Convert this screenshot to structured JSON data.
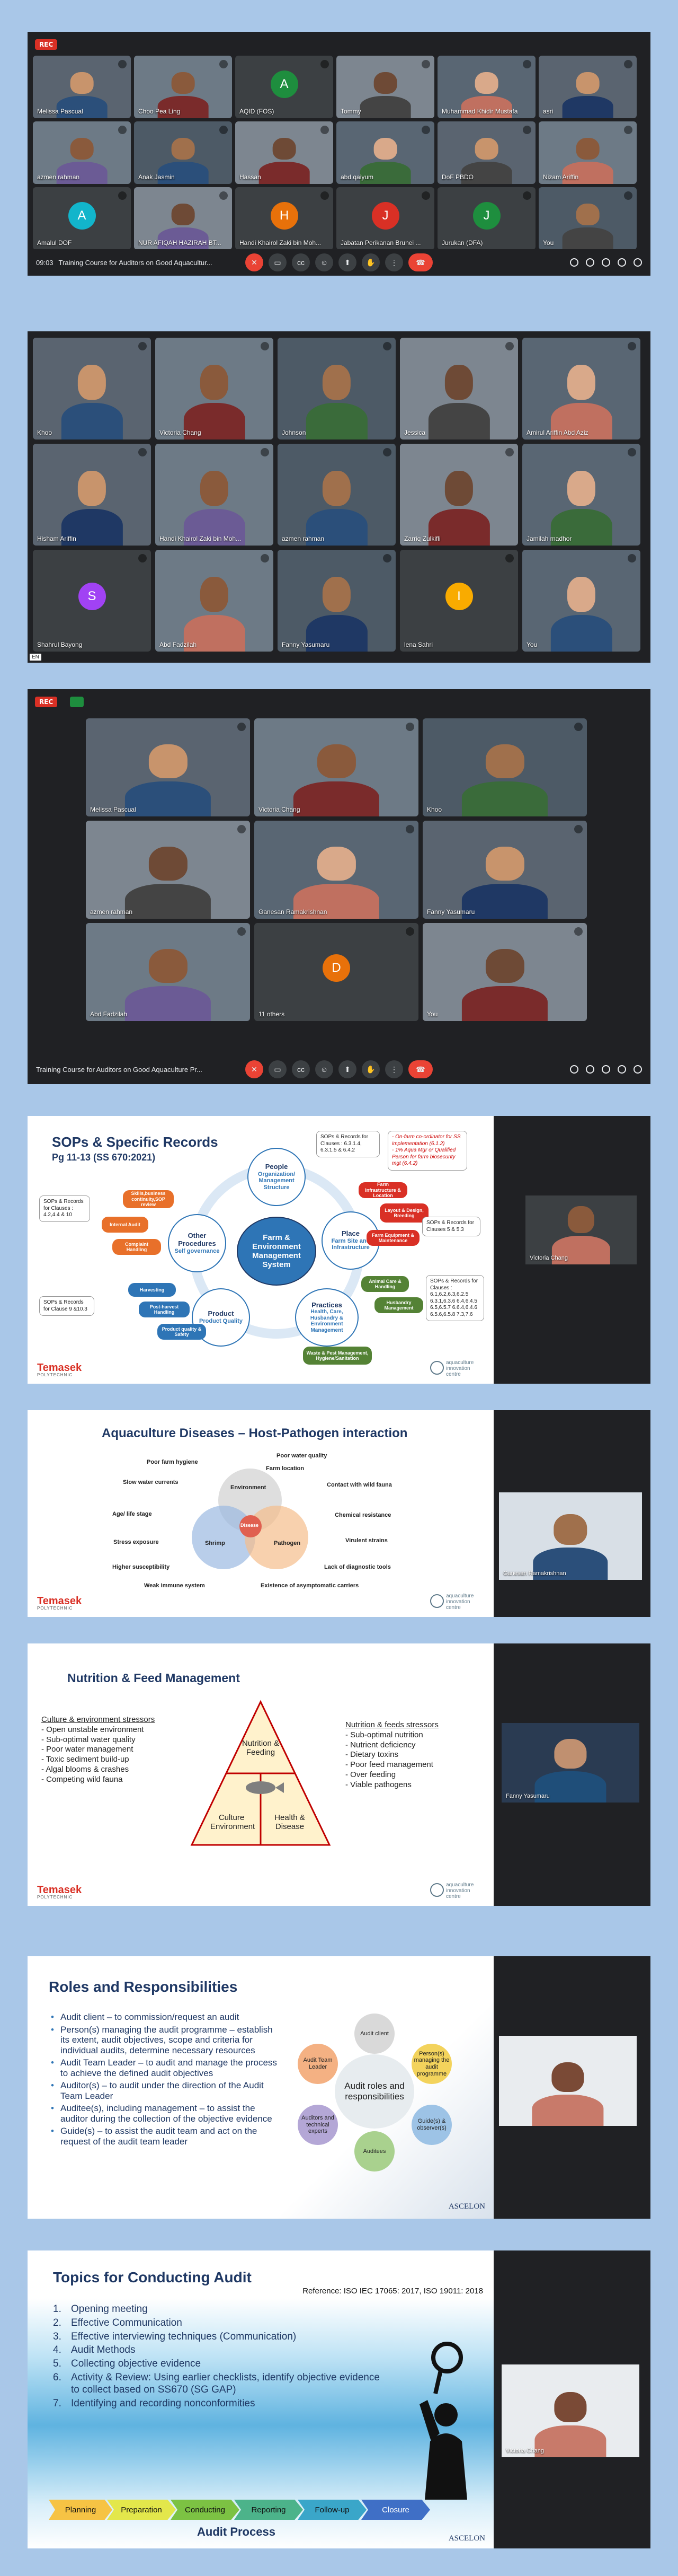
{
  "screenshot1": {
    "rec_label": "REC",
    "meeting_time": "09:03",
    "meeting_title": "Training Course for Auditors on Good Aquacultur...",
    "tiles": [
      {
        "name": "Melissa Pascual"
      },
      {
        "name": "Choo Pea Ling"
      },
      {
        "name": "AQID (FOS)",
        "initial": "A"
      },
      {
        "name": "Tommy"
      },
      {
        "name": "Muhammad Khidir Mustafa"
      },
      {
        "name": "asri"
      },
      {
        "name": "azmen rahman"
      },
      {
        "name": "Anak Jasmin"
      },
      {
        "name": "Hassan"
      },
      {
        "name": "abd.qaiyum"
      },
      {
        "name": "DoF PBDO"
      },
      {
        "name": "Nizam Ariffin"
      },
      {
        "name": "Amalul DOF",
        "initial": "A"
      },
      {
        "name": "NUR AFIQAH HAZIRAH BT..."
      },
      {
        "name": "Handi Khairol Zaki bin Moh...",
        "initial": "H"
      },
      {
        "name": "Jabatan Perikanan Brunei ...",
        "initial": "J"
      },
      {
        "name": "Jurukan (DFA)",
        "initial": "J"
      },
      {
        "name": "You"
      }
    ]
  },
  "screenshot2": {
    "tiles": [
      {
        "name": "Khoo"
      },
      {
        "name": "Victoria Chang"
      },
      {
        "name": "Johnson"
      },
      {
        "name": "Jessica"
      },
      {
        "name": "Amirul Ariffin Abd Aziz"
      },
      {
        "name": "Hisham Ariffin"
      },
      {
        "name": "Handi Khairol Zaki bin Moh..."
      },
      {
        "name": "azmen rahman"
      },
      {
        "name": "Zarriq Zulkifli"
      },
      {
        "name": "Jamilah madhor"
      },
      {
        "name": "Shahrul Bayong",
        "initial": "S"
      },
      {
        "name": "Abd Fadzilah"
      },
      {
        "name": "Fanny Yasumaru"
      },
      {
        "name": "lena Sahri",
        "initial": "I"
      },
      {
        "name": "You"
      }
    ],
    "lang_badge": "EN"
  },
  "screenshot3": {
    "rec_label": "REC",
    "meeting_title": "Training Course for Auditors on Good Aquaculture Pr...",
    "tiles": [
      {
        "name": "Melissa Pascual"
      },
      {
        "name": "Victoria Chang"
      },
      {
        "name": "Khoo"
      },
      {
        "name": "azmen rahman"
      },
      {
        "name": "Ganesan Ramakrishnan"
      },
      {
        "name": "Fanny Yasumaru"
      },
      {
        "name": "Abd Fadzilah"
      },
      {
        "name": "11 others",
        "initial": "D"
      },
      {
        "name": "You"
      }
    ]
  },
  "slide1": {
    "title": "SOPs & Specific Records",
    "subtitle": "Pg 11-13 (SS 670:2021)",
    "center": "Farm & Environment Management System",
    "people": {
      "title": "People",
      "sub": "Organization/ Management Structure"
    },
    "place": {
      "title": "Place",
      "sub": "Farm Site and Infrastructure"
    },
    "product": {
      "title": "Product",
      "sub": "Product Quality"
    },
    "practices": {
      "title": "Practices",
      "sub": "Health, Care, Husbandry & Environment Management"
    },
    "other": {
      "title": "Other Procedures",
      "sub": "Self governance"
    },
    "bubbles": [
      "Skills,business continuity,SOP review",
      "Internal Audit",
      "Complaint Handling",
      "Harvesting",
      "Post-harvest Handling",
      "Product quality & Safety",
      "Farm Infrastructure & Location",
      "Layout & Design, Breeding",
      "Farm Equipment & Maintenance",
      "Animal Care & Handling",
      "Husbandry Management",
      "Waste & Pest Management, Hygiene/Sanitation"
    ],
    "notes": {
      "left_top": "SOPs & Records for Clauses : 4.2,4.4 & 10",
      "left_bottom": "SOPs & Records for Clause 9 &10.3",
      "top_center": "SOPs & Records for Clauses : 6.3.1.4, 6.3.1.5 & 6.4.2",
      "top_right": "- On-farm co-ordinator for SS implementation (6.1.2)\n- 1% Aqua Mgr or Qualified Person for farm biosecurity mgt (6.4.2)",
      "right_mid": "SOPs & Records for Clauses 5 & 5.3",
      "right_bottom": "SOPs & Records for Clauses : 6.1,6.2,6.3,6.2.5 6.3.1,6.3.6 6.4,6.4.5 6.5,6.5.7 6.6.4,6.4.6 6.5.6,6.5.8 7.3,7.6"
    },
    "temasek": "Temasek",
    "temasek_sub": "POLYTECHNIC",
    "aic": "aquaculture innovation centre",
    "cam_name": "Victoria Chang"
  },
  "slide2": {
    "title": "Aquaculture Diseases – Host-Pathogen interaction",
    "labels": [
      "Poor farm hygiene",
      "Poor water quality",
      "Slow water currents",
      "Farm location",
      "Contact with wild fauna",
      "Age/ life stage",
      "Chemical resistance",
      "Virulent strains",
      "Stress exposure",
      "Lack of diagnostic tools",
      "Higher susceptibility",
      "Existence of asymptomatic carriers",
      "Weak immune system"
    ],
    "venn": {
      "environment": "Environment",
      "shrimp": "Shrimp",
      "pathogen": "Pathogen",
      "disease": "Disease"
    },
    "temasek": "Temasek",
    "temasek_sub": "POLYTECHNIC",
    "aic": "aquaculture innovation centre",
    "cam_name": "Ganesan Ramakrishnan"
  },
  "slide3": {
    "title": "Nutrition & Feed Management",
    "left_heading": "Culture & environment stressors",
    "left_items": [
      "- Open unstable environment",
      "- Sub-optimal water quality",
      "- Poor water management",
      "- Toxic sediment build-up",
      "- Algal blooms & crashes",
      "- Competing wild fauna"
    ],
    "right_heading": "Nutrition & feeds stressors",
    "right_items": [
      "- Sub-optimal nutrition",
      "- Nutrient deficiency",
      "- Dietary toxins",
      "- Poor feed management",
      "- Over feeding",
      "- Viable pathogens"
    ],
    "triangle": {
      "top": "Nutrition & Feeding",
      "left": "Culture Environment",
      "right": "Health & Disease"
    },
    "temasek": "Temasek",
    "temasek_sub": "POLYTECHNIC",
    "aic": "aquaculture innovation centre",
    "cam_name": "Fanny Yasumaru"
  },
  "slide4": {
    "title": "Roles and Responsibilities",
    "bullets": [
      "Audit client – to commission/request an audit",
      "Person(s) managing the audit programme – establish its extent, audit objectives, scope and criteria for individual audits, determine necessary resources",
      "Audit Team Leader – to audit and manage the process to achieve the defined audit objectives",
      "Auditor(s) – to audit under the direction of the Audit Team Leader",
      "Auditee(s), including management – to assist the auditor during the collection of the objective evidence",
      "Guide(s) – to assist the audit team and act on the request of the audit team leader"
    ],
    "center": "Audit roles and responsibilities",
    "petals": [
      "Audit client",
      "Person(s) managing the audit programme",
      "Guide(s) & observer(s)",
      "Auditees",
      "Auditors and technical experts",
      "Audit Team Leader"
    ],
    "logo": "ASCELON"
  },
  "slide5": {
    "title": "Topics for Conducting Audit",
    "reference": "Reference: ISO IEC 17065: 2017, ISO 19011: 2018",
    "topics": [
      {
        "num": "1.",
        "text": "Opening meeting"
      },
      {
        "num": "2.",
        "text": "Effective Communication"
      },
      {
        "num": "3.",
        "text": "Effective interviewing techniques (Communication)"
      },
      {
        "num": "4.",
        "text": "Audit Methods"
      },
      {
        "num": "5.",
        "text": "Collecting objective evidence"
      },
      {
        "num": "6.",
        "text": "Activity & Review: Using earlier checklists, identify objective evidence to collect based on SS670 (SG GAP)"
      },
      {
        "num": "7.",
        "text": "Identifying and recording nonconformities"
      }
    ],
    "process": [
      "Planning",
      "Preparation",
      "Conducting",
      "Reporting",
      "Follow-up",
      "Closure"
    ],
    "process_title": "Audit Process",
    "logo": "ASCELON",
    "cam_name": "Victoria Chang"
  },
  "colors": {
    "page_bg": "#a9c7e8",
    "meet_bg": "#202124",
    "tile_bg": "#3c4043",
    "rec": "#d93025",
    "hangup": "#ea4335",
    "navy": "#1f3864",
    "blue": "#2e75b6"
  }
}
